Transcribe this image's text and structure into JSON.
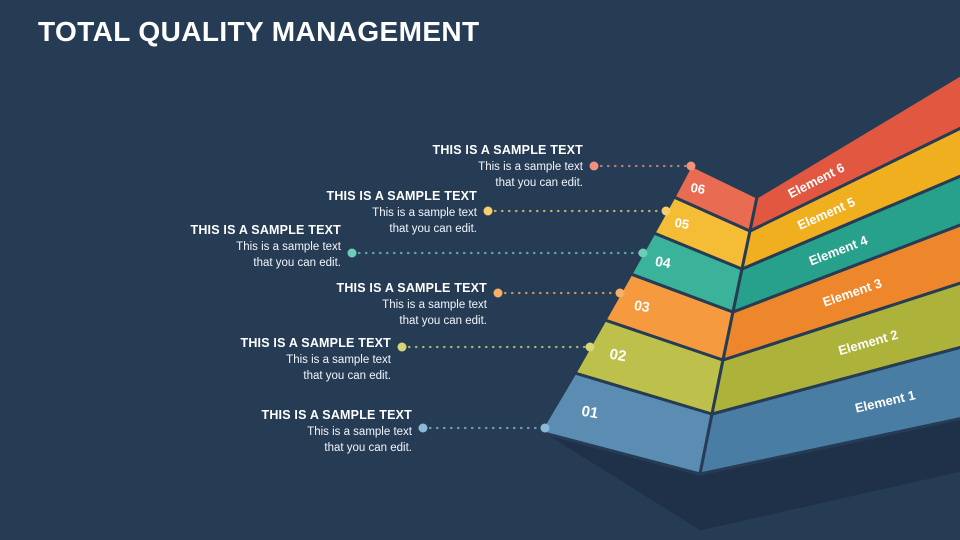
{
  "slide": {
    "title": "TOTAL QUALITY MANAGEMENT"
  },
  "colors": {
    "background": "#263c55",
    "base_shadow": "#1e3149",
    "title": "#ffffff"
  },
  "layers": [
    {
      "number": "01",
      "label": "Element 1",
      "left": "#5b8cb1",
      "right": "#4a7da4",
      "dot": "#8db9d8"
    },
    {
      "number": "02",
      "label": "Element 2",
      "left": "#bdc04a",
      "right": "#adb23a",
      "dot": "#d6d878"
    },
    {
      "number": "03",
      "label": "Element 3",
      "left": "#f59a3f",
      "right": "#ee872b",
      "dot": "#f6b066"
    },
    {
      "number": "04",
      "label": "Element 4",
      "left": "#3bb29a",
      "right": "#27a18b",
      "dot": "#6ecdb8"
    },
    {
      "number": "05",
      "label": "Element 5",
      "left": "#f5bd35",
      "right": "#efaf1e",
      "dot": "#f7cf6b"
    },
    {
      "number": "06",
      "label": "Element 6",
      "left": "#e96c52",
      "right": "#e25740",
      "dot": "#f0917c"
    }
  ],
  "callouts": [
    {
      "heading": "THIS IS A SAMPLE TEXT",
      "line1": "This is a sample text",
      "line2": "that you can edit."
    },
    {
      "heading": "THIS IS A SAMPLE TEXT",
      "line1": "This is a sample text",
      "line2": "that you can edit."
    },
    {
      "heading": "THIS IS A SAMPLE TEXT",
      "line1": "This is a sample text",
      "line2": "that you can edit."
    },
    {
      "heading": "THIS IS A SAMPLE TEXT",
      "line1": "This is a sample text",
      "line2": "that you can edit."
    },
    {
      "heading": "THIS IS A SAMPLE TEXT",
      "line1": "This is a sample text",
      "line2": "that you can edit."
    },
    {
      "heading": "THIS IS A SAMPLE TEXT",
      "line1": "This is a sample text",
      "line2": "that you can edit."
    }
  ]
}
